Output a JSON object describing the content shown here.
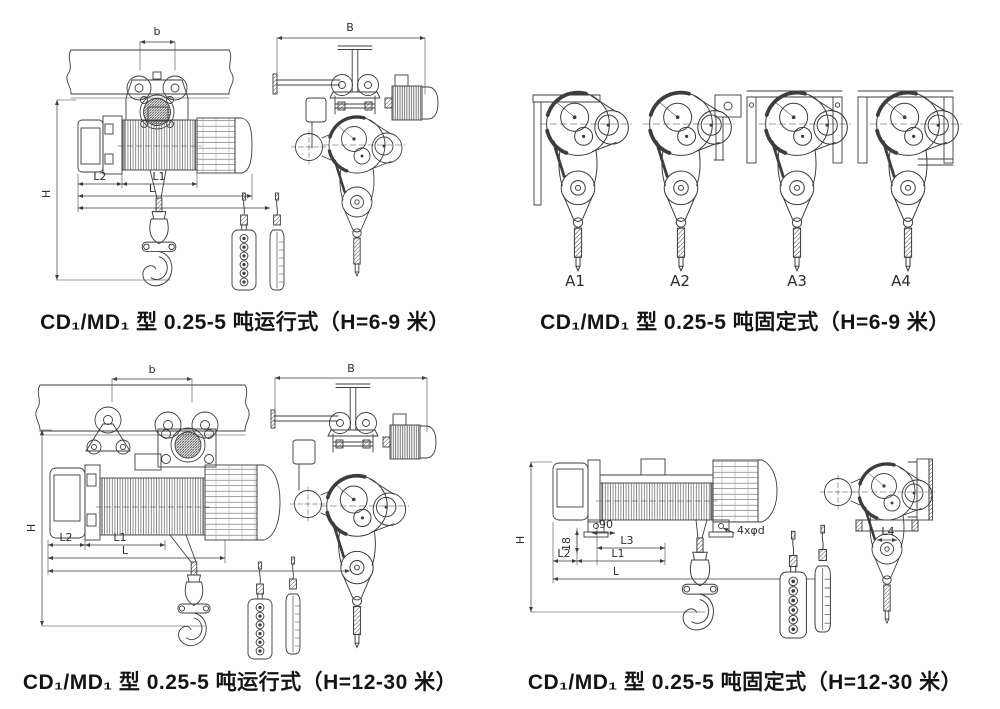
{
  "page": {
    "background": "#fefefe",
    "ink_color": "#3d3d3d",
    "caption_color": "#141414"
  },
  "captions": {
    "top_left": "CD₁/MD₁ 型 0.25-5 吨运行式（H=6-9 米）",
    "top_right": "CD₁/MD₁ 型 0.25-5 吨固定式（H=6-9 米）",
    "bottom_left": "CD₁/MD₁ 型 0.25-5 吨运行式（H=12-30 米）",
    "bottom_right": "CD₁/MD₁ 型 0.25-5 吨固定式（H=12-30 米）"
  },
  "drawings": {
    "traveling_6_9": {
      "labels": {
        "b": "b",
        "B": "B",
        "H": "H",
        "L2": "L2",
        "L1": "L1",
        "L": "L"
      }
    },
    "fixed_6_9": {
      "variants": [
        "A1",
        "A2",
        "A3",
        "A4"
      ]
    },
    "traveling_12_30": {
      "labels": {
        "b": "b",
        "B": "B",
        "H": "H",
        "L2": "L2",
        "L1": "L1",
        "L": "L"
      }
    },
    "fixed_12_30": {
      "labels": {
        "H": "H",
        "dim_90": "90",
        "dim_18": "18",
        "L2": "L2",
        "L3": "L3",
        "L1": "L1",
        "L": "L",
        "L4": "L4",
        "bolt_holes": "4xφd"
      }
    }
  }
}
